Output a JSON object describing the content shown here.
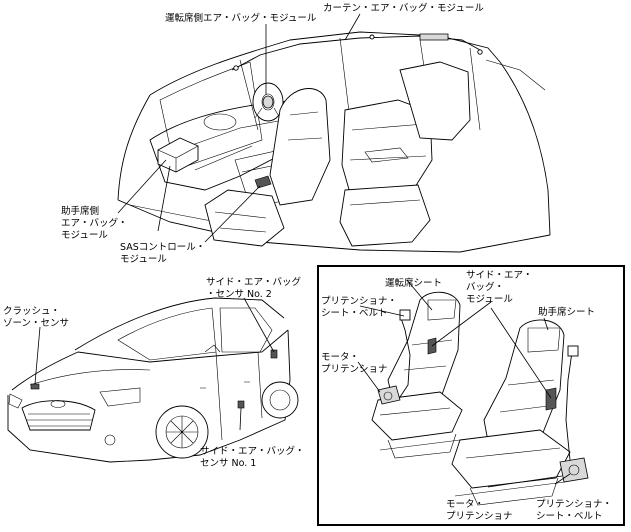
{
  "labels": {
    "driver_airbag": "運転席側エア・バッグ・モジュール",
    "curtain_airbag": "カーテン・エア・バッグ・モジュール",
    "passenger_airbag": "助手席側\nエア・バッグ・\nモジュール",
    "sas_control": "SASコントロール・\nモジュール",
    "crash_zone_sensor": "クラッシュ・\nゾーン・センサ",
    "side_sensor_2": "サイド・エア・バッグ\n・センサ No. 2",
    "side_sensor_1": "サイド・エア・バッグ・\nセンサ No. 1",
    "driver_seat": "運転席シート",
    "side_airbag_module": "サイド・エア・\nバッグ・\nモジュール",
    "passenger_seat": "助手席シート",
    "pretensioner_belt_top": "プリテンショナ・\nシート・ベルト",
    "motor_pretensioner_left": "モータ・\nプリテンショナ",
    "motor_pretensioner_bottom": "モータ・\nプリテンショナ",
    "pretensioner_belt_bottom": "プリテンショナ・\nシート・ベルト"
  }
}
